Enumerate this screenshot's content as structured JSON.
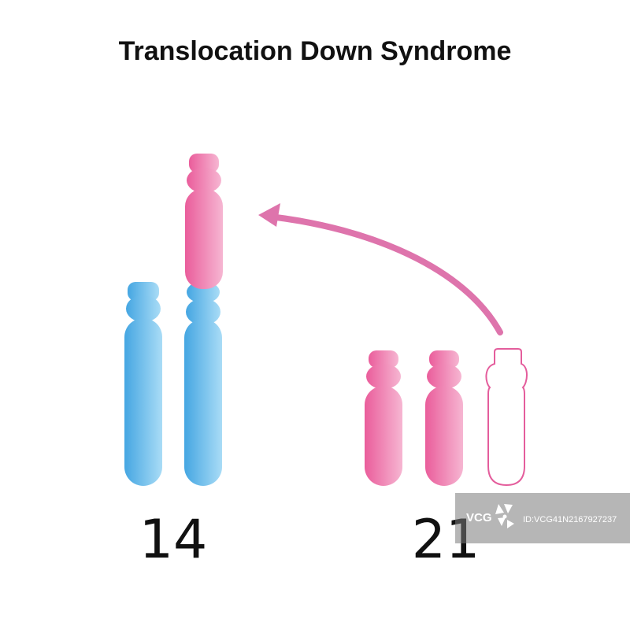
{
  "diagram": {
    "title": "Translocation Down Syndrome",
    "labels": {
      "chromosome_14": "14",
      "chromosome_21": "21"
    },
    "colors": {
      "blue_dark": "#45a6e2",
      "blue_light": "#a9dcf6",
      "pink_dark": "#ea5d9b",
      "pink_light": "#f6b6d2",
      "arrow": "#de74ac",
      "outline": "#e45d9c"
    }
  },
  "watermark": {
    "brand": "VCG",
    "id_text": "ID:VCG41N2167927237"
  }
}
